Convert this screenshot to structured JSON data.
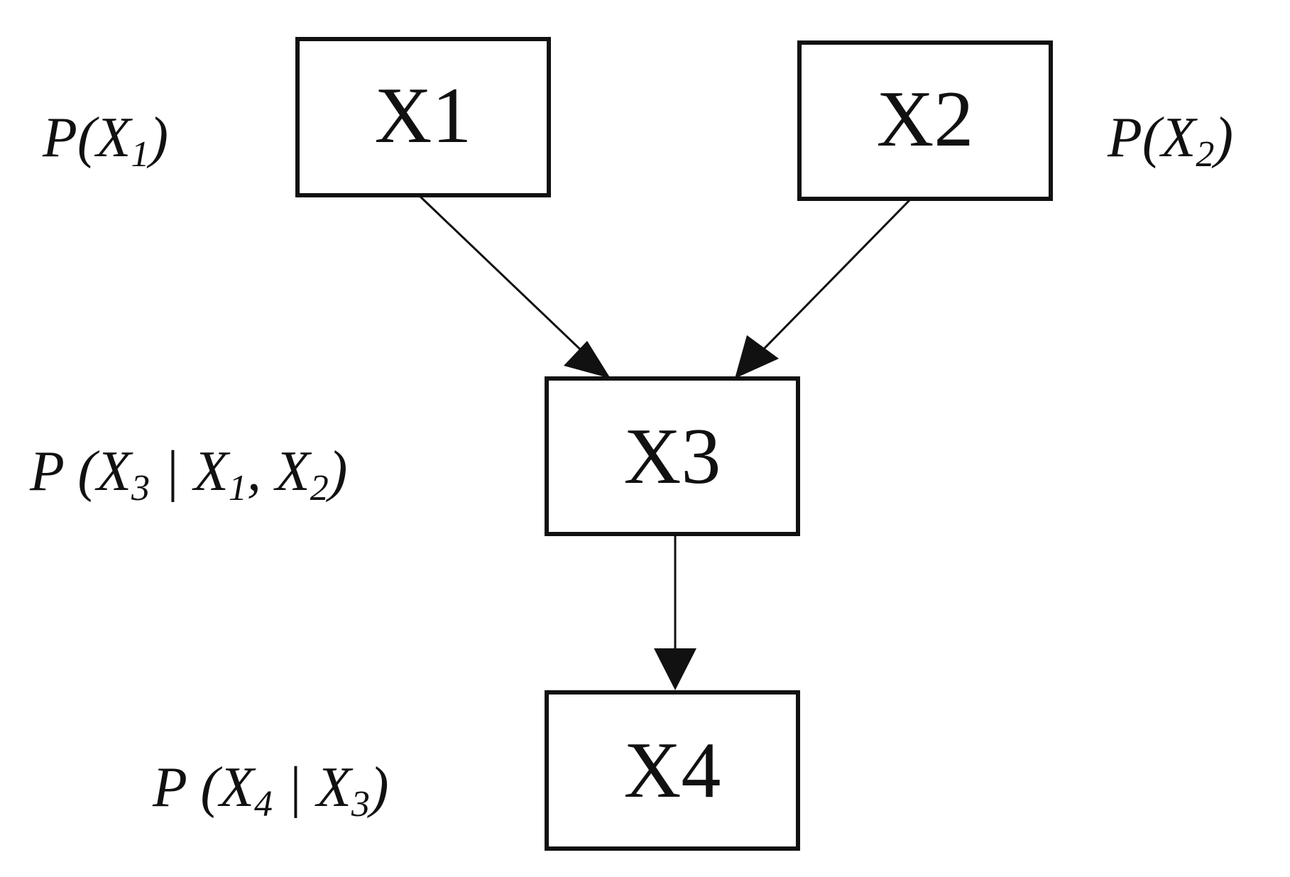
{
  "nodes": [
    {
      "id": "x1",
      "label": "X1"
    },
    {
      "id": "x2",
      "label": "X2"
    },
    {
      "id": "x3",
      "label": "X3"
    },
    {
      "id": "x4",
      "label": "X4"
    }
  ],
  "edges": [
    {
      "from": "X1",
      "to": "X3"
    },
    {
      "from": "X2",
      "to": "X3"
    },
    {
      "from": "X3",
      "to": "X4"
    }
  ],
  "probabilities": {
    "x1": {
      "p": "P",
      "open": "(",
      "var": "X",
      "sub": "1",
      "close": ")"
    },
    "x2": {
      "p": "P",
      "open": "(",
      "var": "X",
      "sub": "2",
      "close": ")"
    },
    "x3": {
      "p": "P",
      "open": " (",
      "var": "X",
      "sub": "3",
      "bar": " | ",
      "cond1": "X",
      "cond1_sub": "1",
      "comma": ", ",
      "cond2": "X",
      "cond2_sub": "2",
      "close": ")"
    },
    "x4": {
      "p": "P",
      "open": " (",
      "var": "X",
      "sub": "4",
      "bar": " | ",
      "cond1": "X",
      "cond1_sub": "3",
      "close": ")"
    }
  },
  "colors": {
    "stroke": "#111111",
    "background": "#ffffff"
  }
}
